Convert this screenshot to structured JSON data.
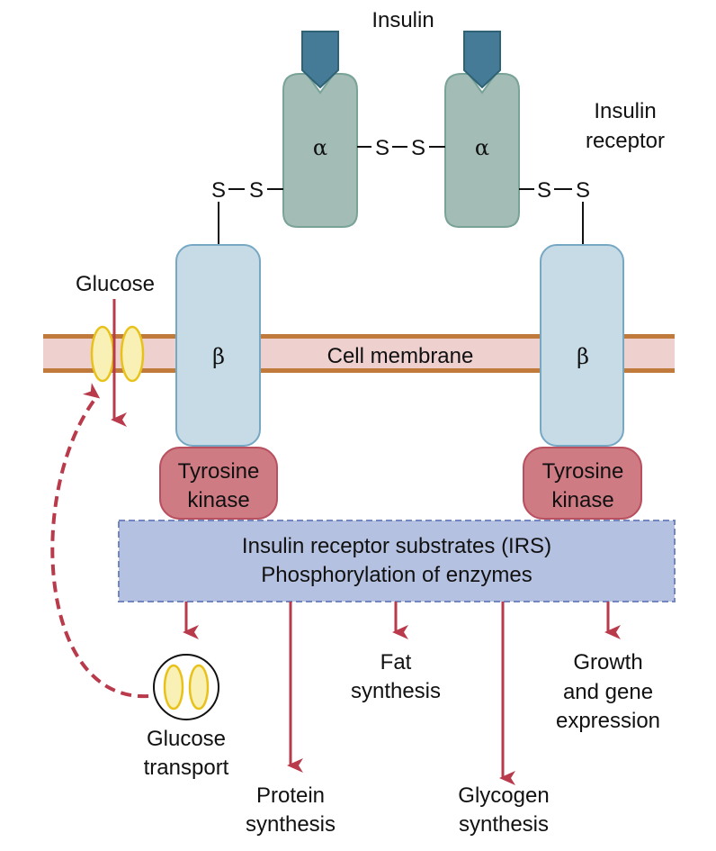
{
  "labels": {
    "insulin": "Insulin",
    "receptor_line1": "Insulin",
    "receptor_line2": "receptor",
    "alpha": "α",
    "beta": "β",
    "sulfur": "S",
    "glucose": "Glucose",
    "cell_membrane": "Cell membrane",
    "tyrosine_kinase_line1": "Tyrosine",
    "tyrosine_kinase_line2": "kinase",
    "irs_line1": "Insulin receptor substrates (IRS)",
    "irs_line2": "Phosphorylation of enzymes",
    "glucose_transport_line1": "Glucose",
    "glucose_transport_line2": "transport",
    "protein_line1": "Protein",
    "protein_line2": "synthesis",
    "fat_line1": "Fat",
    "fat_line2": "synthesis",
    "glycogen_line1": "Glycogen",
    "glycogen_line2": "synthesis",
    "growth_line1": "Growth",
    "growth_line2": "and gene",
    "growth_line3": "expression"
  },
  "colors": {
    "insulin": "#457b96",
    "alpha": "#a3bcb6",
    "beta": "#c6dbe6",
    "membrane_line": "#c07a3c",
    "membrane_fill": "#eed0cf",
    "kinase": "#cf7b84",
    "irs": "#b5c1e0",
    "arrow": "#b83a4b",
    "transporter": "#f8f0b4"
  }
}
